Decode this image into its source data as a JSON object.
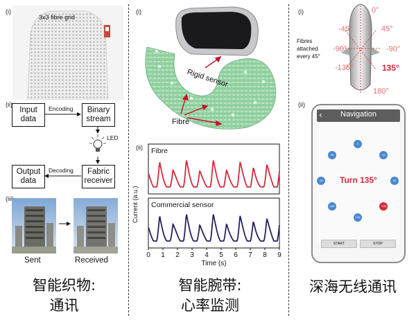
{
  "panel_a": {
    "sub_i": "(i)",
    "shirt_label": "3x3 fibre grid",
    "sub_ii": "(ii)",
    "input_box": "Input\ndata",
    "encoding_label": "Encoding",
    "binary_box": "Binary\nstream",
    "led_label": "LED",
    "output_box": "Output\ndata",
    "decoding_label": "Decoding",
    "receiver_box": "Fabric\nreceiver",
    "sub_iii": "(iii)",
    "sent_label": "Sent",
    "received_label": "Received",
    "caption_line1": "智能织物:",
    "caption_line2": "通讯"
  },
  "panel_b": {
    "sub_i": "(i)",
    "rigid_sensor_label": "Rigid sensor",
    "fibre_label": "Fibre",
    "sub_ii": "(ii)",
    "caption_line1": "智能腕带:",
    "caption_line2": "心率监测"
  },
  "panel_c": {
    "sub_i": "(i)",
    "fibres_note": "Fibres\nattached\nevery 45°",
    "angles": {
      "a0": "0°",
      "a_n45": "-45°",
      "a45": "45°",
      "a_n90": "-90°",
      "a90": "-90°",
      "a_n135": "-135°",
      "a135": "135°",
      "a180": "180°"
    },
    "sub_ii": "(ii)",
    "nav_title": "Navigation",
    "turn_text": "Turn 135°",
    "node_labels": [
      "0",
      "45",
      "90",
      "135",
      "180",
      "-135",
      "-90",
      "-45"
    ],
    "start_label": "START",
    "stop_label": "STOP",
    "caption": "深海无线通讯"
  },
  "chart_data": [
    {
      "type": "line",
      "title": "Fibre",
      "ylabel": "Current (a.u.)",
      "series": [
        {
          "name": "Fibre"
        }
      ],
      "color": "#d42a3c",
      "xlim": [
        0,
        9
      ]
    },
    {
      "type": "line",
      "title": "Commercial sensor",
      "xlabel": "Time (s)",
      "ylabel": "Current (a.u.)",
      "series": [
        {
          "name": "Commercial sensor"
        }
      ],
      "color": "#24205e",
      "xlim": [
        0,
        9
      ],
      "x_ticks": [
        "0",
        "1",
        "2",
        "3",
        "4",
        "5",
        "6",
        "7",
        "8",
        "9"
      ]
    }
  ]
}
